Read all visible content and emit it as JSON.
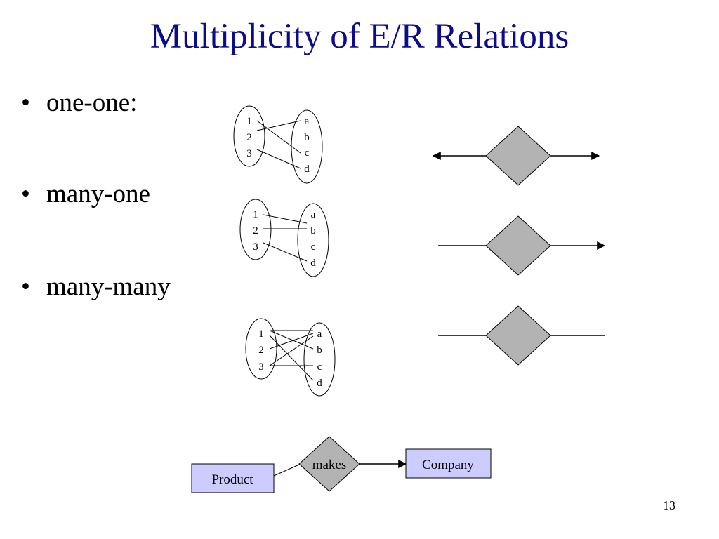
{
  "slide": {
    "title": "Multiplicity of E/R Relations",
    "page_number": "13"
  },
  "bullets": [
    {
      "bullet": "•",
      "text": "one-one:"
    },
    {
      "bullet": "•",
      "text": "many-one"
    },
    {
      "bullet": "•",
      "text": "many-many"
    }
  ],
  "mapping_diagrams": {
    "left_values": [
      "1",
      "2",
      "3"
    ],
    "right_values": [
      "a",
      "b",
      "c",
      "d"
    ]
  },
  "example": {
    "entity_left": "Product",
    "relationship": "makes",
    "entity_right": "Company",
    "entity_fill": "#ccccff",
    "relationship_fill": "#b3b3b3"
  },
  "colors": {
    "title": "#0b0b8c",
    "diamond_fill": "#b3b3b3",
    "line": "#000000"
  }
}
